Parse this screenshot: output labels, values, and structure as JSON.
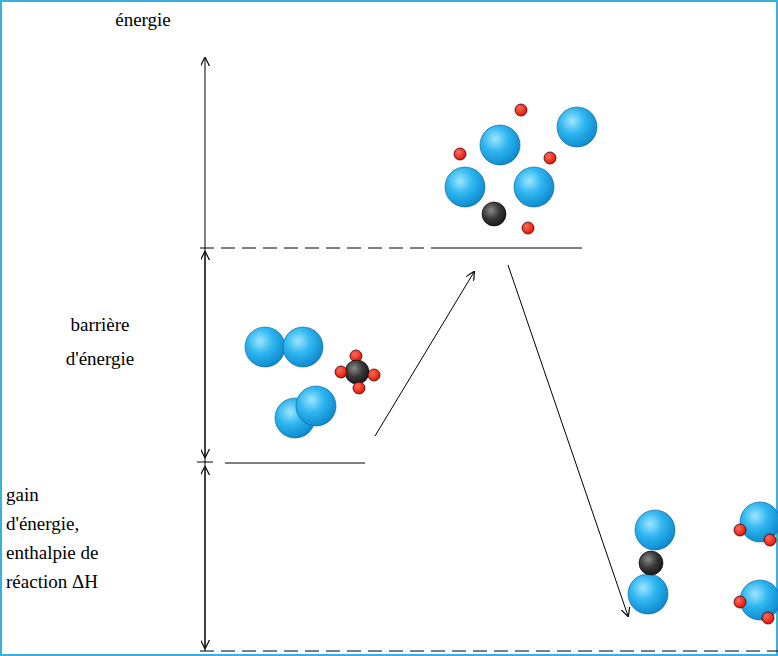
{
  "diagram": {
    "labels": [
      "énergie",
      "barrière d'énergie",
      "gain d'énergie, enthalpie de réaction ΔH"
    ]
  }
}
